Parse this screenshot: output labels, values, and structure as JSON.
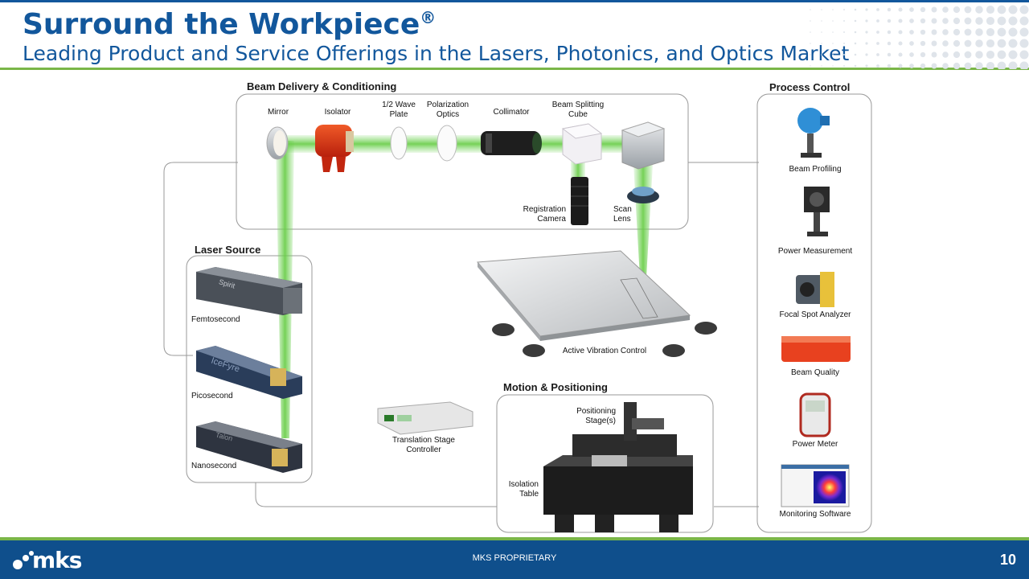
{
  "header": {
    "title": "Surround the Workpiece",
    "title_mark": "®",
    "subtitle": "Leading Product and Service Offerings in the Lasers, Photonics, and Optics Market"
  },
  "sections": {
    "beam_delivery": "Beam Delivery & Conditioning",
    "process_control": "Process Control",
    "laser_source": "Laser Source",
    "motion_positioning": "Motion & Positioning"
  },
  "beam_components": {
    "mirror": "Mirror",
    "isolator": "Isolator",
    "wave_plate_1": "1/2 Wave",
    "wave_plate_2": "Plate",
    "polarization_1": "Polarization",
    "polarization_2": "Optics",
    "collimator": "Collimator",
    "splitting_1": "Beam Splitting",
    "splitting_2": "Cube",
    "registration_1": "Registration",
    "registration_2": "Camera",
    "scan_1": "Scan",
    "scan_2": "Lens"
  },
  "process_items": {
    "beam_profiling": "Beam Profiling",
    "power_measurement": "Power Measurement",
    "focal_spot": "Focal Spot Analyzer",
    "beam_quality": "Beam Quality",
    "power_meter": "Power Meter",
    "monitoring_software": "Monitoring Software"
  },
  "lasers": {
    "femtosecond": "Femtosecond",
    "picosecond": "Picosecond",
    "nanosecond": "Nanosecond",
    "spirit_brand": "Spirit",
    "icefyre_brand": "IceFyre",
    "talon_brand": "Talon"
  },
  "motion": {
    "active_vibration": "Active Vibration Control",
    "translation_1": "Translation Stage",
    "translation_2": "Controller",
    "positioning_1": "Positioning",
    "positioning_2": "Stage(s)",
    "isolation_1": "Isolation",
    "isolation_2": "Table"
  },
  "footer": {
    "proprietary": "MKS PROPRIETARY",
    "page_number": "10",
    "logo_text": "mks"
  },
  "colors": {
    "brand_blue": "#12579c",
    "footer_blue": "#0f4f8c",
    "beam_green": "#7fd86a",
    "accent_green": "#7ab648"
  }
}
